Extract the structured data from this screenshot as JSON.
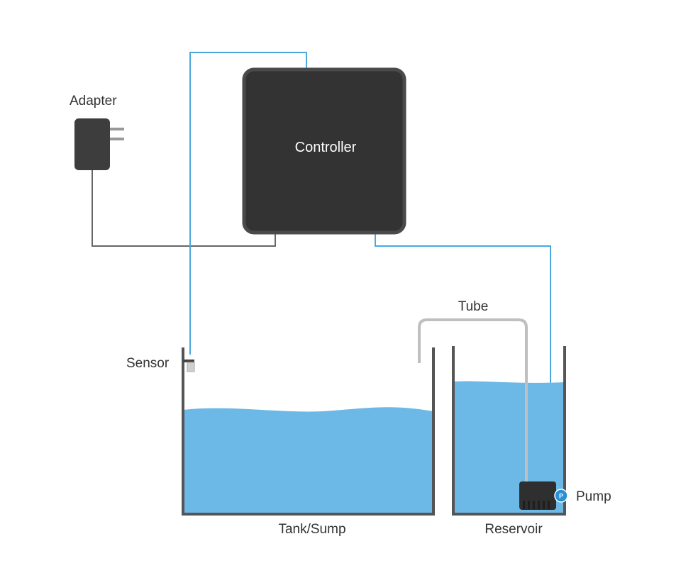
{
  "labels": {
    "adapter": "Adapter",
    "controller": "Controller",
    "sensor": "Sensor",
    "tube": "Tube",
    "tank": "Tank/Sump",
    "reservoir": "Reservoir",
    "pump": "Pump",
    "pump_badge": "P"
  },
  "colors": {
    "water": "#6cb8e6",
    "signal_wire": "#4aa8dd",
    "power_wire": "#666666",
    "controller_body": "#333333",
    "controller_rim": "#4a4a4a",
    "container_wall": "#555555",
    "tube": "#bfbfbf",
    "pump_body": "#2f2f2f",
    "pump_badge": "#2a90d6"
  }
}
